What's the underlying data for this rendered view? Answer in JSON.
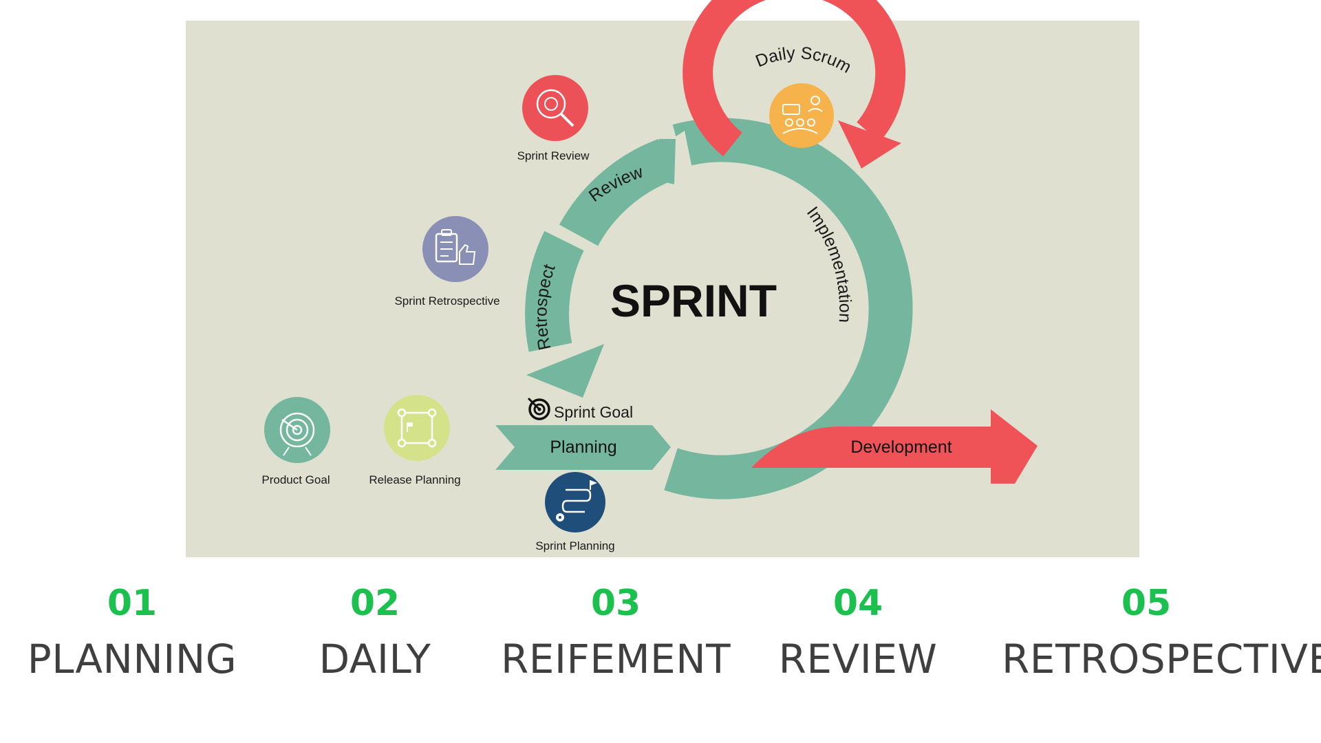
{
  "diagram": {
    "center_label": "SPRINT",
    "arc_labels": {
      "daily_scrum": "Daily Scrum",
      "review": "Review",
      "implementation": "Implementation",
      "retrospect": "Retrospect"
    },
    "sprint_goal": "Sprint Goal",
    "planning": "Planning",
    "development": "Development",
    "icons": {
      "sprint_review": {
        "label": "Sprint Review",
        "icon": "search-review-icon",
        "color": "#ed5158"
      },
      "sprint_retrospective": {
        "label": "Sprint Retrospective",
        "icon": "clipboard-thumbs-up-icon",
        "color": "#8a8fb5"
      },
      "product_goal": {
        "label": "Product Goal",
        "icon": "target-icon",
        "color": "#74b79e"
      },
      "release_planning": {
        "label": "Release Planning",
        "icon": "route-flag-icon",
        "color": "#d4e38a"
      },
      "sprint_planning": {
        "label": "Sprint Planning",
        "icon": "roadmap-icon",
        "color": "#1f4e7a"
      },
      "daily_scrum": {
        "icon": "team-meeting-icon",
        "color": "#f7b34b"
      }
    },
    "colors": {
      "background": "#e0e0d1",
      "teal": "#74b79e",
      "red": "#ef5358",
      "accent_green": "#1cc04f"
    }
  },
  "steps": [
    {
      "number": "01",
      "label": "PLANNING"
    },
    {
      "number": "02",
      "label": "DAILY"
    },
    {
      "number": "03",
      "label": "REIFEMENT"
    },
    {
      "number": "04",
      "label": "REVIEW"
    },
    {
      "number": "05",
      "label": "RETROSPECTIVE"
    }
  ]
}
